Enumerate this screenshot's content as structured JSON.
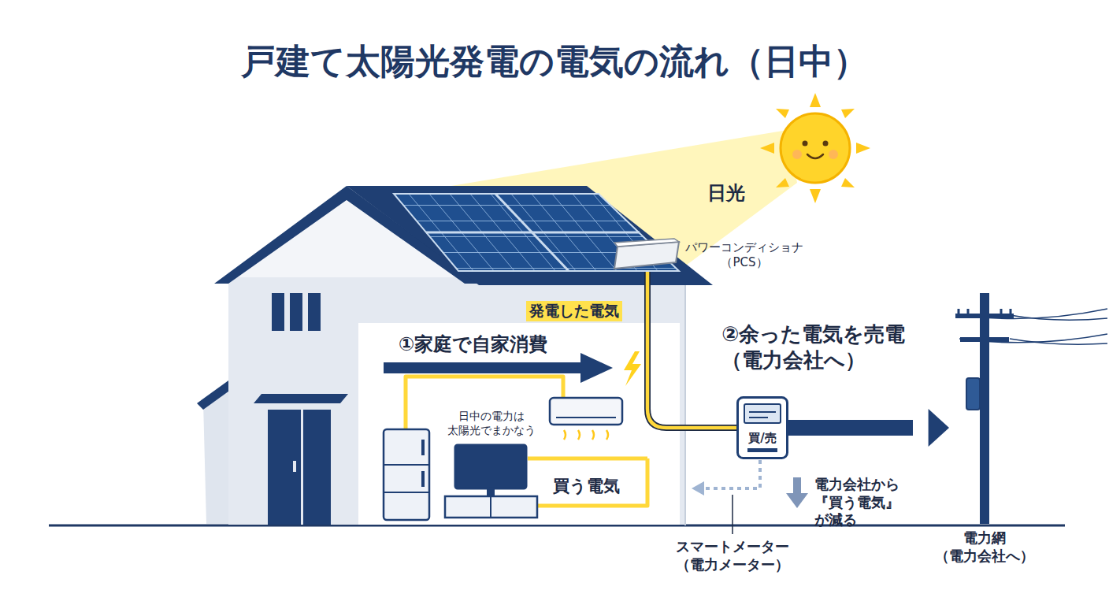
{
  "diagram": {
    "title": "戸建て太陽光発電の電気の流れ（日中）",
    "nodes": [
      {
        "text": [
          "パワーコンディショナ （PCS）"
        ]
      },
      {
        "text": [
          "買/売",
          "スマートメーター （電力メーター）"
        ]
      },
      {
        "text": [
          "電力網 （電力会社へ）"
        ]
      }
    ],
    "edges": [
      {
        "from": 0,
        "to": 1,
        "arrow": "none",
        "label": "発電した電気"
      },
      {
        "from": 1,
        "to": 2,
        "arrow": "to",
        "label": "②余った電気を売電 （電力会社へ）"
      }
    ],
    "labels": [
      "日光",
      "①家庭で自家消費",
      "日中の電力は 太陽光でまかなう",
      "買う電気",
      "電力会社から 『買う電気』が減る"
    ]
  }
}
